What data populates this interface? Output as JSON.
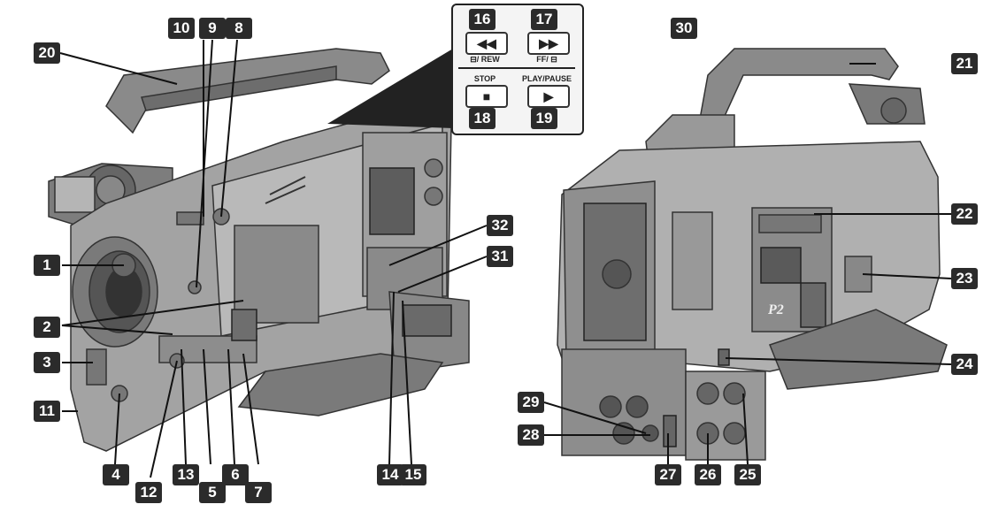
{
  "callouts": [
    "1",
    "2",
    "3",
    "4",
    "5",
    "6",
    "7",
    "8",
    "9",
    "10",
    "11",
    "12",
    "13",
    "14",
    "15",
    "16",
    "17",
    "18",
    "19",
    "20",
    "21",
    "22",
    "23",
    "24",
    "25",
    "26",
    "27",
    "28",
    "29",
    "30",
    "31",
    "32"
  ],
  "inset": {
    "rew_symbol": "◀◀",
    "rew_label": "⊟/ REW",
    "ff_symbol": "▶▶",
    "ff_label": "FF/ ⊟",
    "stop_label": "STOP",
    "stop_symbol": "■",
    "play_label": "PLAY/PAUSE",
    "play_symbol": "▶"
  },
  "logo_text": "P2"
}
